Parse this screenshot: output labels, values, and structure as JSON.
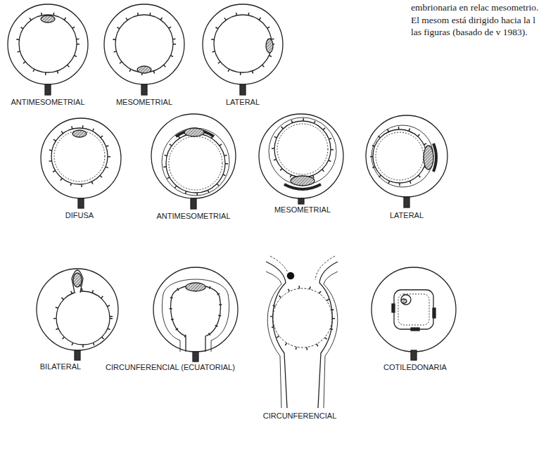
{
  "diagram": {
    "caption": "embrionaria en relac mesometrio. El mesom está dirigido hacia la l las figuras (basado de v 1983).",
    "labels": [
      "ANTIMESOMETRIAL",
      "MESOMETRIAL",
      "LATERAL",
      "DIFUSA",
      "ANTIMESOMETRIAL",
      "MESOMETRIAL",
      "LATERAL",
      "BILATERAL",
      "CIRCUNFERENCIAL (ECUATORIAL)",
      "CIRCUNFERENCIAL",
      "COTILEDONARIA"
    ]
  }
}
